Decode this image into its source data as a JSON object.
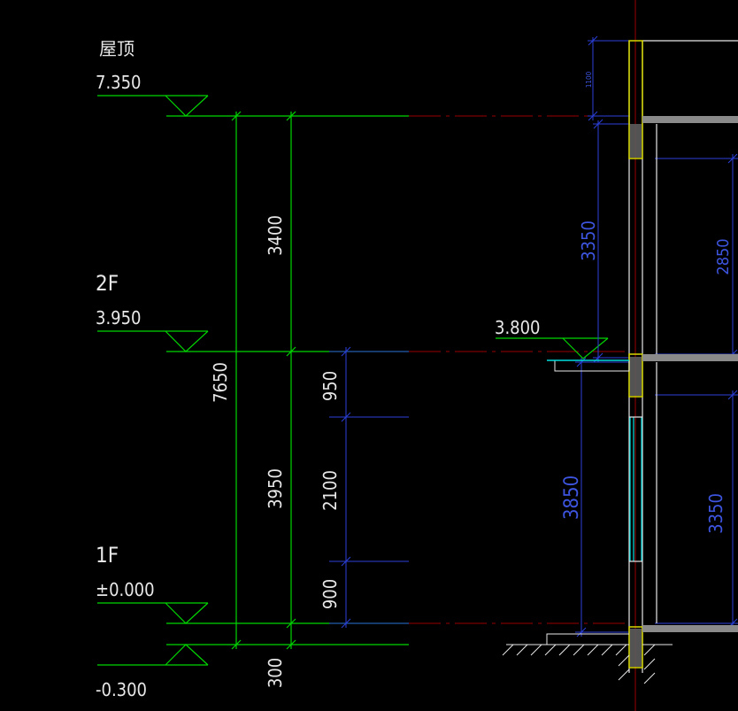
{
  "levels": {
    "roof": {
      "name": "屋顶",
      "elevation": "7.350"
    },
    "second": {
      "name": "2F",
      "elevation": "3.950"
    },
    "first": {
      "name": "1F",
      "elevation": "±0.000"
    },
    "ground": {
      "elevation": "-0.300"
    },
    "slab": {
      "elevation": "3.800"
    }
  },
  "dims_left": {
    "total": "7650",
    "upper": "3400",
    "lower": "3950",
    "base": "300"
  },
  "dims_window": {
    "top": "950",
    "mid": "2100",
    "bottom": "900"
  },
  "dims_section": {
    "parapet": "1100",
    "upper_story": "3350",
    "upper_inner": "2850",
    "lower_story": "3850",
    "lower_inner": "3350"
  },
  "colors": {
    "background": "#000000",
    "green": "#00d600",
    "blue": "#2b3fd9",
    "red": "#9a0000",
    "white": "#e8e8e8",
    "yellow": "#d8d800",
    "gray": "#8a8a8a",
    "cyan": "#00dede"
  }
}
